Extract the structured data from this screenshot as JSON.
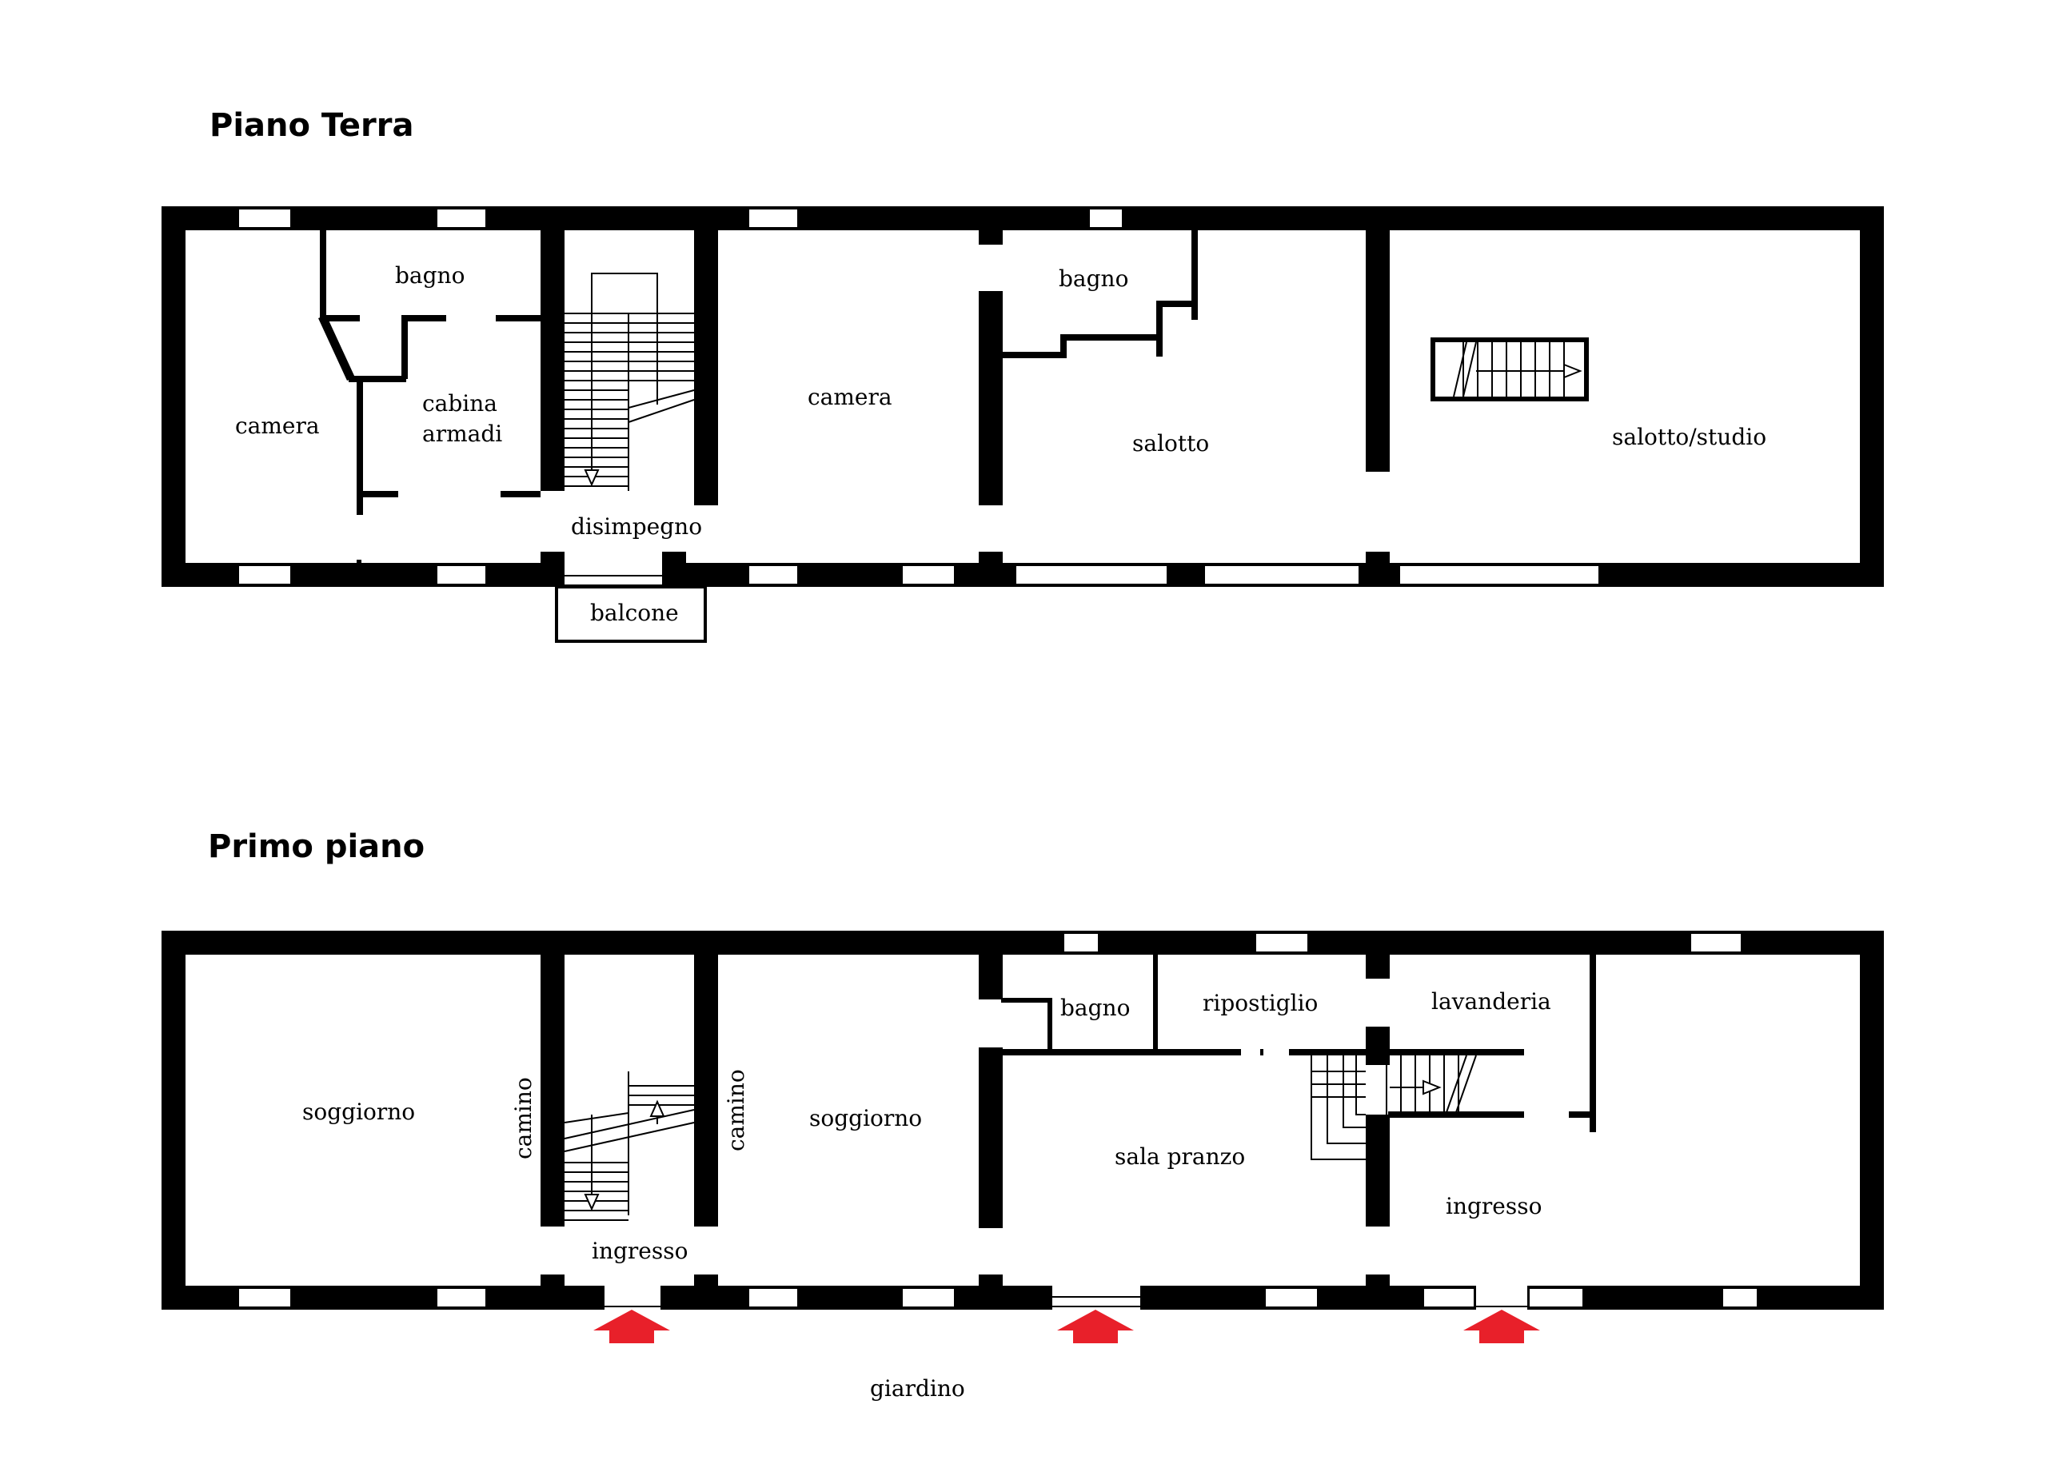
{
  "floors": [
    {
      "title": "Piano Terra",
      "rooms": {
        "camera_a": "camera",
        "bagno_a": "bagno",
        "cabina": "cabina",
        "armadi": "armadi",
        "disimpegno": "disimpegno",
        "camera_b": "camera",
        "bagno_b": "bagno",
        "salotto": "salotto",
        "salotto_studio": "salotto/studio",
        "balcone": "balcone"
      }
    },
    {
      "title": "Primo piano",
      "rooms": {
        "soggiorno_a": "soggiorno",
        "camino_a": "camino",
        "ingresso_a": "ingresso",
        "camino_b": "camino",
        "soggiorno_b": "soggiorno",
        "bagno": "bagno",
        "ripostiglio": "ripostiglio",
        "sala_pranzo": "sala pranzo",
        "lavanderia": "lavanderia",
        "ingresso_b": "ingresso"
      }
    }
  ],
  "outside_label": "giardino",
  "colors": {
    "wall": "#000000",
    "entrance_arrow": "#e8202a",
    "background": "#ffffff"
  },
  "icons": [
    "entrance-arrow-icon",
    "stair-arrow-icon"
  ]
}
